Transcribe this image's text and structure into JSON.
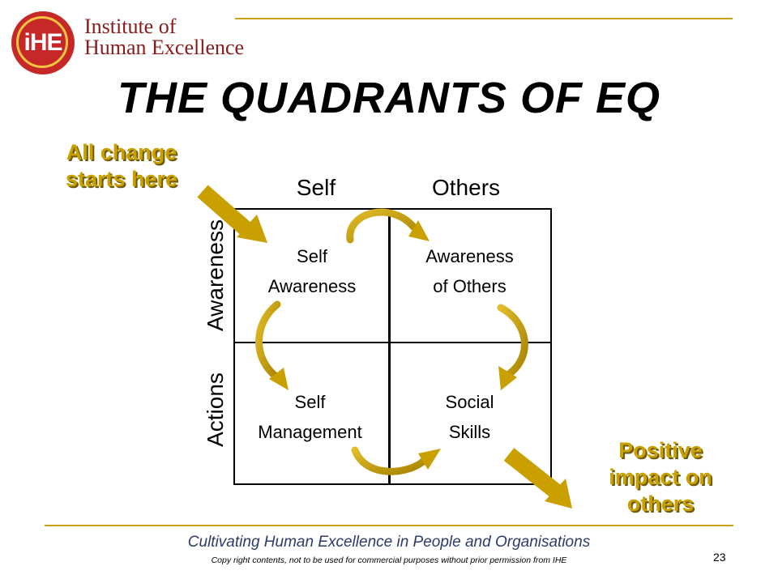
{
  "header": {
    "logo_text": "iHE",
    "brand_line1": "Institute of",
    "brand_line2": "Human Excellence"
  },
  "title": "THE QUADRANTS OF EQ",
  "callouts": {
    "start_line1": "All change",
    "start_line2": "starts here",
    "impact_line1": "Positive",
    "impact_line2": "impact on",
    "impact_line3": "others"
  },
  "diagram": {
    "col_self": "Self",
    "col_others": "Others",
    "row_awareness": "Awareness",
    "row_actions": "Actions",
    "cells": {
      "self_awareness_line1": "Self",
      "self_awareness_line2": "Awareness",
      "awareness_others_line1": "Awareness",
      "awareness_others_line2": "of Others",
      "self_management_line1": "Self",
      "self_management_line2": "Management",
      "social_skills_line1": "Social",
      "social_skills_line2": "Skills"
    }
  },
  "colors": {
    "accent_gold": "#c9a000",
    "logo_red": "#c62828",
    "brand_text": "#8b1a1a",
    "footer_text": "#2c3b6b"
  },
  "footer": {
    "tagline": "Cultivating Human Excellence in People and Organisations",
    "copyright": "Copy right contents, not to be used for commercial purposes without prior permission from IHE",
    "page_number": "23"
  }
}
